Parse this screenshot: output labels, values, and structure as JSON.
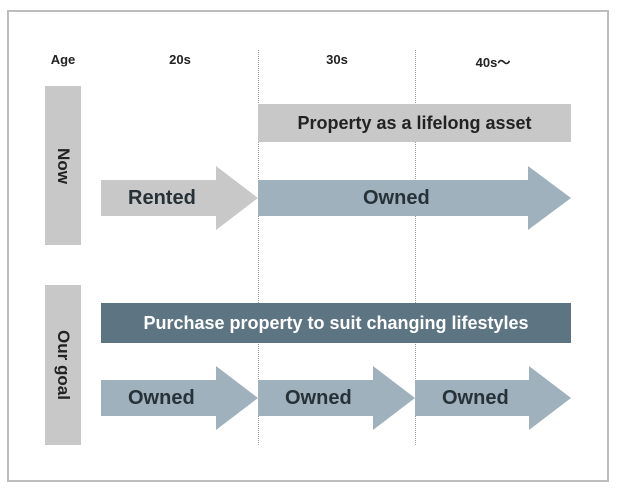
{
  "headers": {
    "age": "Age",
    "col1": "20s",
    "col2": "30s",
    "col3": "40s～"
  },
  "rows": {
    "now": "Now",
    "goal": "Our goal"
  },
  "bands": {
    "lifelong": "Property as a lifelong asset",
    "purchase": "Purchase property to suit changing lifestyles"
  },
  "arrows": {
    "now_rented": "Rented",
    "now_owned": "Owned",
    "goal_owned_20s": "Owned",
    "goal_owned_30s": "Owned",
    "goal_owned_40s": "Owned"
  },
  "colors": {
    "rented": "#c8c8c8",
    "owned": "#9fb1bc",
    "lifelong_band": "#c8c8c8",
    "purchase_band": "#5d7483"
  }
}
